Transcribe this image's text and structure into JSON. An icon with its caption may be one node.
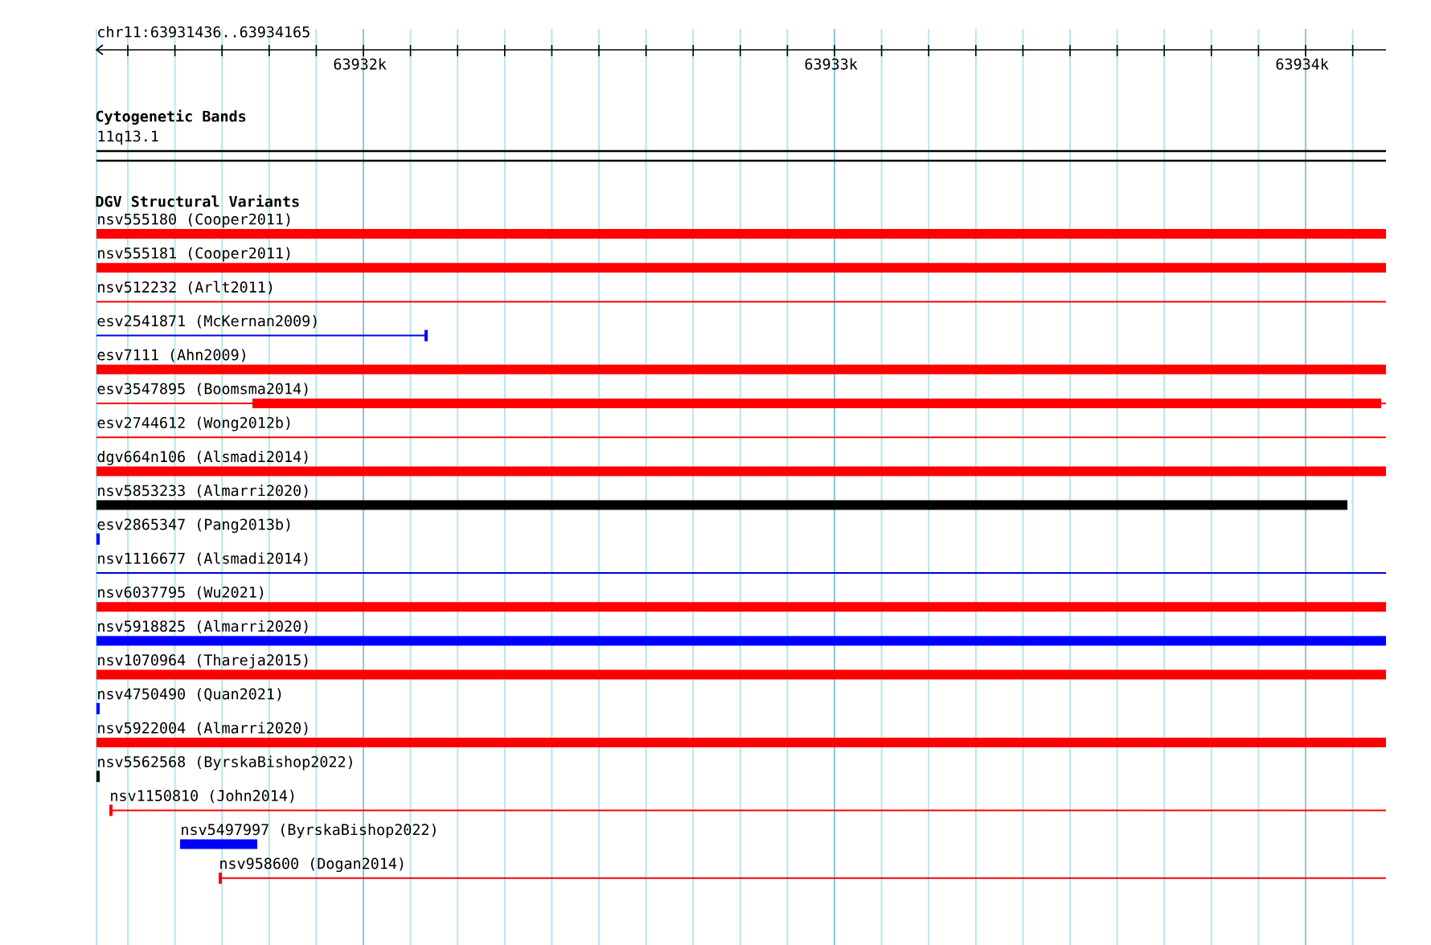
{
  "diagram": {
    "nodes": [
      {
        "text": [
          "nsv555180 (Cooper2011)"
        ]
      },
      {
        "text": [
          "nsv555181 (Cooper2011)"
        ]
      },
      {
        "text": [
          "nsv512232 (Arlt2011)"
        ]
      },
      {
        "text": [
          "esv2541871 (McKernan2009)"
        ]
      },
      {
        "text": [
          "esv7111 (Ahn2009)"
        ]
      },
      {
        "text": [
          "esv3547895 (Boomsma2014)"
        ]
      },
      {
        "text": [
          "esv2744612 (Wong2012b)"
        ]
      },
      {
        "text": [
          "dgv664n106 (Alsmadi2014)"
        ]
      },
      {
        "text": [
          "nsv5853233 (Almarri2020)"
        ]
      },
      {
        "text": [
          "esv2865347 (Pang2013b)"
        ]
      },
      {
        "text": [
          "nsv1116677 (Alsmadi2014)"
        ]
      },
      {
        "text": [
          "nsv6037795 (Wu2021)"
        ]
      },
      {
        "text": [
          "nsv5918825 (Almarri2020)"
        ]
      },
      {
        "text": [
          "nsv1070964 (Thareja2015)"
        ]
      },
      {
        "text": [
          "nsv4750490 (Quan2021)"
        ]
      },
      {
        "text": [
          "nsv5922004 (Almarri2020)"
        ]
      },
      {
        "text": [
          "nsv5562568 (ByrskaBishop2022)"
        ]
      },
      {
        "text": [
          "nsv1150810 (John2014)"
        ]
      },
      {
        "text": [
          "nsv5497997 (ByrskaBishop2022)"
        ]
      },
      {
        "text": [
          "nsv958600 (Dogan2014)"
        ]
      }
    ],
    "labels": [
      "chr11:63931436..63934165",
      "63932k",
      "63933k",
      "63934k",
      "Cytogenetic Bands",
      "11q13.1",
      "DGV Structural Variants"
    ]
  }
}
